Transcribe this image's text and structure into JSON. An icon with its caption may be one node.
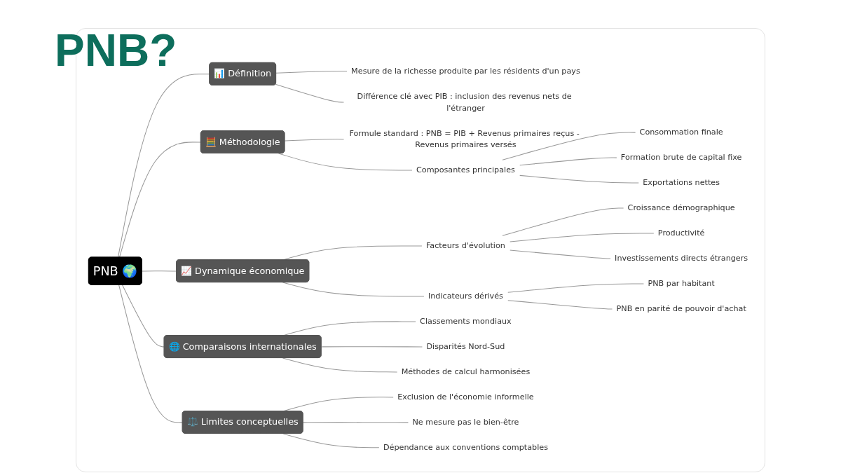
{
  "diagram": {
    "title": "PNB?",
    "nodes": [
      {
        "text": [
          "PNB 🌍"
        ]
      },
      {
        "text": [
          "📊 Définition"
        ]
      },
      {
        "text": [
          "Mesure de la richesse produite par les résidents d'un pays"
        ]
      },
      {
        "text": [
          "Différence clé avec PIB : inclusion des revenus nets de l'étranger"
        ]
      },
      {
        "text": [
          "🧮 Méthodologie"
        ]
      },
      {
        "text": [
          "Formule standard : PNB = PIB + Revenus primaires reçus - Revenus primaires versés"
        ]
      },
      {
        "text": [
          "Composantes principales"
        ]
      },
      {
        "text": [
          "Consommation finale"
        ]
      },
      {
        "text": [
          "Formation brute de capital fixe"
        ]
      },
      {
        "text": [
          "Exportations nettes"
        ]
      },
      {
        "text": [
          "📈 Dynamique économique"
        ]
      },
      {
        "text": [
          "Facteurs d'évolution"
        ]
      },
      {
        "text": [
          "Croissance démographique"
        ]
      },
      {
        "text": [
          "Productivité"
        ]
      },
      {
        "text": [
          "Investissements directs étrangers"
        ]
      },
      {
        "text": [
          "Indicateurs dérivés"
        ]
      },
      {
        "text": [
          "PNB par habitant"
        ]
      },
      {
        "text": [
          "PNB en parité de pouvoir d'achat"
        ]
      },
      {
        "text": [
          "🌐 Comparaisons internationales"
        ]
      },
      {
        "text": [
          "Classements mondiaux"
        ]
      },
      {
        "text": [
          "Disparités Nord-Sud"
        ]
      },
      {
        "text": [
          "Méthodes de calcul harmonisées"
        ]
      },
      {
        "text": [
          "⚖️ Limites conceptuelles"
        ]
      },
      {
        "text": [
          "Exclusion de l'économie informelle"
        ]
      },
      {
        "text": [
          "Ne mesure pas le bien-être"
        ]
      },
      {
        "text": [
          "Dépendance aux conventions comptables"
        ]
      }
    ],
    "edges": [
      {
        "from": 0,
        "to": 1,
        "arrow": "none"
      },
      {
        "from": 1,
        "to": 2,
        "arrow": "none"
      },
      {
        "from": 1,
        "to": 3,
        "arrow": "none"
      },
      {
        "from": 0,
        "to": 4,
        "arrow": "none"
      },
      {
        "from": 4,
        "to": 5,
        "arrow": "none"
      },
      {
        "from": 4,
        "to": 6,
        "arrow": "none"
      },
      {
        "from": 6,
        "to": 7,
        "arrow": "none"
      },
      {
        "from": 6,
        "to": 8,
        "arrow": "none"
      },
      {
        "from": 6,
        "to": 9,
        "arrow": "none"
      },
      {
        "from": 0,
        "to": 10,
        "arrow": "none"
      },
      {
        "from": 10,
        "to": 11,
        "arrow": "none"
      },
      {
        "from": 11,
        "to": 12,
        "arrow": "none"
      },
      {
        "from": 11,
        "to": 13,
        "arrow": "none"
      },
      {
        "from": 11,
        "to": 14,
        "arrow": "none"
      },
      {
        "from": 10,
        "to": 15,
        "arrow": "none"
      },
      {
        "from": 15,
        "to": 16,
        "arrow": "none"
      },
      {
        "from": 15,
        "to": 17,
        "arrow": "none"
      },
      {
        "from": 0,
        "to": 18,
        "arrow": "none"
      },
      {
        "from": 18,
        "to": 19,
        "arrow": "none"
      },
      {
        "from": 18,
        "to": 20,
        "arrow": "none"
      },
      {
        "from": 18,
        "to": 21,
        "arrow": "none"
      },
      {
        "from": 0,
        "to": 22,
        "arrow": "none"
      },
      {
        "from": 22,
        "to": 23,
        "arrow": "none"
      },
      {
        "from": 22,
        "to": 24,
        "arrow": "none"
      },
      {
        "from": 22,
        "to": 25,
        "arrow": "none"
      }
    ]
  }
}
